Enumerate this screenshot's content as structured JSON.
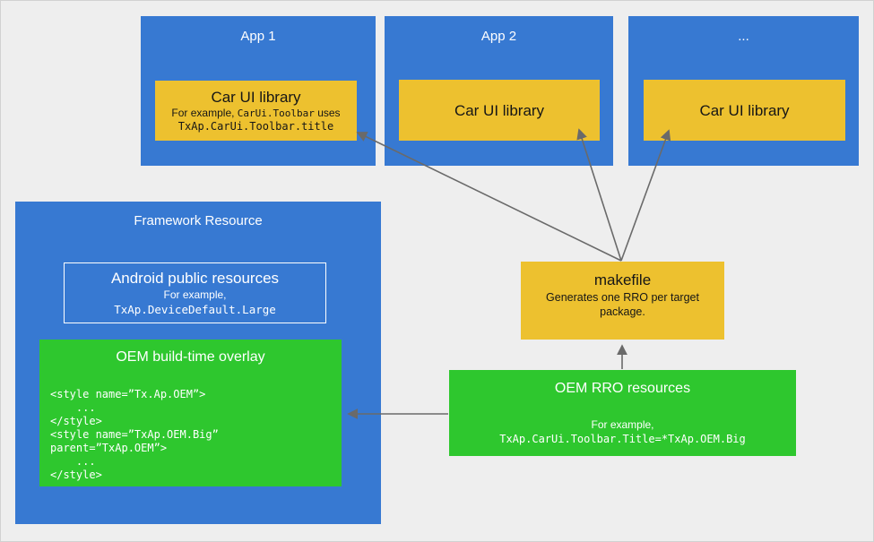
{
  "colors": {
    "background": "#EEEEEE",
    "app_blue": "#3779D2",
    "library_yellow": "#EDC12F",
    "overlay_green": "#2EC72E",
    "arrow_gray": "#6A6A6A",
    "text_light": "#FFFFFF",
    "text_dark": "#161616"
  },
  "apps": [
    {
      "title": "App 1",
      "lib": {
        "title": "Car UI library",
        "example_prefix": "For example, ",
        "example_inline_code": "CarUi.Toolbar",
        "example_suffix": " uses",
        "example_code": "TxAp.CarUi.Toolbar.title"
      }
    },
    {
      "title": "App 2",
      "lib": {
        "title": "Car UI library"
      }
    },
    {
      "title": "...",
      "lib": {
        "title": "Car UI library"
      }
    }
  ],
  "framework": {
    "title": "Framework Resource",
    "android_public": {
      "title": "Android public resources",
      "example_label": "For example,",
      "example_code": "TxAp.DeviceDefault.Large"
    },
    "overlay": {
      "title": "OEM build-time overlay",
      "code": [
        "<style name=”Tx.Ap.OEM”>",
        "    ...",
        "</style>",
        "<style name=”TxAp.OEM.Big”",
        "parent=”TxAp.OEM”>",
        "    ...",
        "</style>"
      ]
    }
  },
  "makefile": {
    "title": "makefile",
    "subtitle": "Generates one RRO per target package."
  },
  "oem_rro": {
    "title": "OEM RRO resources",
    "example_label": "For example,",
    "example_code": "TxAp.CarUi.Toolbar.Title=*TxAp.OEM.Big"
  }
}
